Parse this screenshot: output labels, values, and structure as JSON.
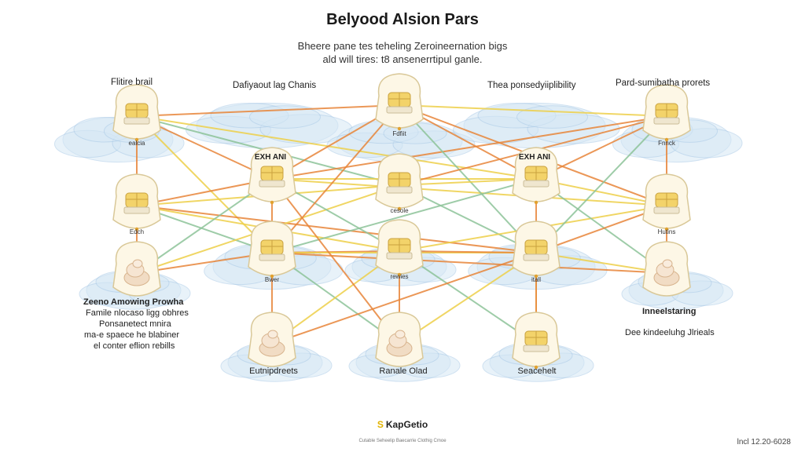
{
  "header": {
    "title": "Belyood Alsion Pars",
    "subtitle_line1": "Bheere pane tes teheling Zeroineernation bigs",
    "subtitle_line2": "ald will tires: t8 ansenerrtipul ganle."
  },
  "column_headers": {
    "col1": "Flitire brail",
    "col2": "Dafiyaout lag Chanis",
    "col4": "Thea ponsedyiiplibility",
    "col5": "Pard-sumibatha prorets"
  },
  "left_block": {
    "heading": "Zeeno Amowing Prowha",
    "line1": "Famile nlocaso ligg obhres",
    "line2": "Ponsanetect mnira",
    "line3": "ma-e spaece he blabiner",
    "line4": "el conter eflion rebills"
  },
  "right_block": {
    "heading": "Inneelstaring",
    "line1": "Dee kindeeluhg Jlrieals"
  },
  "nodes": {
    "a1": "ealcia",
    "a2": "Edch",
    "b1": "EXH ANI",
    "b3": "Bwer",
    "c1": "Fdfiit",
    "c2": "cesole",
    "c3": "rewies",
    "d1": "EXH ANI",
    "d3": "itall",
    "e1": "Fnnck",
    "e2": "Hutins"
  },
  "bottom_labels": {
    "b4": "Eutnipdreets",
    "c4": "Ranale Olad",
    "d4": "Seacehelt"
  },
  "logo": {
    "mark": "S",
    "text": "KapGetio"
  },
  "footnote": "Cutable Seheelip Baecarrie Clothig Cmoe",
  "stamp": "lncl 12.20-6028",
  "colors": {
    "orange": "#e8863a",
    "yellow": "#eed04a",
    "green": "#8ec49a",
    "cloud": "#d6e8f5",
    "cloud_stroke": "#a9c9e6",
    "node_fill": "#fdf7e6",
    "node_stroke": "#d9c898",
    "icon_yellow": "#f3d36a"
  }
}
